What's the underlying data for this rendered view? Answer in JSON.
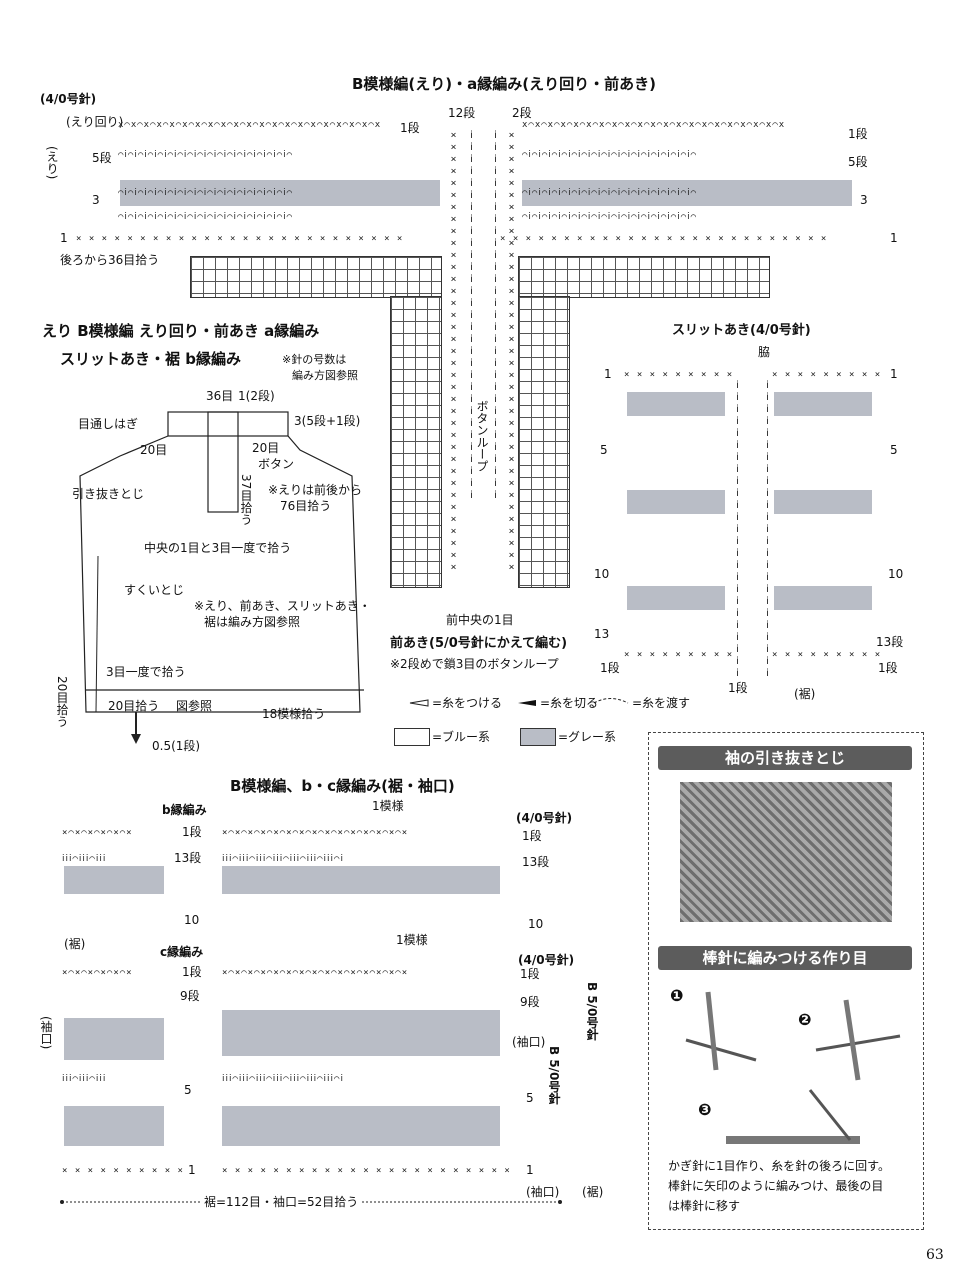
{
  "top_section": {
    "title": "B模様編(えり)・a縁編み(えり回り・前あき)",
    "needle_label": "(4/0号針)",
    "collar_round": "(えり回り)",
    "collar": "(えり)",
    "left_rows": [
      "1段",
      "5段",
      "3",
      "1"
    ],
    "right_rows": [
      "1段",
      "5段",
      "3",
      "1"
    ],
    "center_rows": [
      "12段",
      "2段"
    ],
    "pick_back": "後ろから36目拾う",
    "button_loop": "ボタンループ",
    "front_center": "前中央の1目",
    "front_opening_note": "前あき(5/0号針にかえて編む)",
    "loop_note": "※2段めで鎖3目のボタンループ"
  },
  "legend": {
    "attach": "=糸をつける",
    "cut": "=糸を切る",
    "pass": "=糸を渡す",
    "blue": "=ブルー系",
    "grey": "=グレー系"
  },
  "schematic": {
    "heading1": "えり B模様編 えり回り・前あき a縁編み",
    "heading2": "スリットあき・裾 b縁編み",
    "note_needle": "※針の号数は",
    "note_needle2": "編み方図参照",
    "label_36": "36目",
    "label_1_2": "1(2段)",
    "label_3": "3(5段+1段)",
    "label_20a": "20目",
    "label_20b": "20目",
    "label_shoulder": "目通しはぎ",
    "label_button": "ボタン",
    "label_37": "37目拾う",
    "label_collar_pick": "※えりは前後から",
    "label_collar_pick2": "76目拾う",
    "label_slip": "引き抜きとじ",
    "label_center": "中央の1目と3目一度で拾う",
    "label_side": "すくいとじ",
    "label_note": "※えり、前あき、スリットあき・",
    "label_note2": "裾は編み方図参照",
    "label_3pick": "3目一度で拾う",
    "label_20pick": "20目拾う",
    "label_20pick2": "図参照",
    "label_20side": "20目拾う",
    "label_18": "18模様拾う",
    "label_05": "0.5(1段)"
  },
  "slit_section": {
    "title": "スリットあき(4/0号針)",
    "side": "脇",
    "rows_left": [
      "1",
      "5",
      "10",
      "13",
      "1段"
    ],
    "rows_right": [
      "1",
      "5",
      "10",
      "13段",
      "1段"
    ],
    "bottom_row": "1段",
    "hem": "(裾)"
  },
  "bottom_section": {
    "title": "B模様編、b・c縁編み(裾・袖口)",
    "b_edge": "b縁編み",
    "c_edge": "c縁編み",
    "one_pattern": "1模様",
    "one_pattern2": "1模様",
    "needle4": "(4/0号針)",
    "needle4b": "(4/0号針)",
    "b_rows_left": [
      "1段",
      "13段",
      "10"
    ],
    "b_rows_right": [
      "1段",
      "13段",
      "10"
    ],
    "c_rows_left": [
      "1段",
      "9段",
      "5",
      "1"
    ],
    "c_rows_right": [
      "1段",
      "9段",
      "5",
      "1"
    ],
    "hem": "(裾)",
    "cuff": "(袖口)",
    "cuff2": "(袖口)",
    "cuff3": "(袖口)",
    "hem2": "(裾)",
    "b_needle": "B 5/0号針",
    "b_needle2": "B 5/0号針",
    "footer": "裾=112目・袖口=52目拾う"
  },
  "panel": {
    "title1": "袖の引き抜きとじ",
    "title2": "棒針に編みつける作り目",
    "step1": "❶",
    "step2": "❷",
    "step3": "❸",
    "desc1": "かぎ針に1目作り、糸を針の後ろに回す。",
    "desc2": "棒針に矢印のように編みつけ、最後の目",
    "desc3": "は棒針に移す"
  },
  "page_number": "63"
}
